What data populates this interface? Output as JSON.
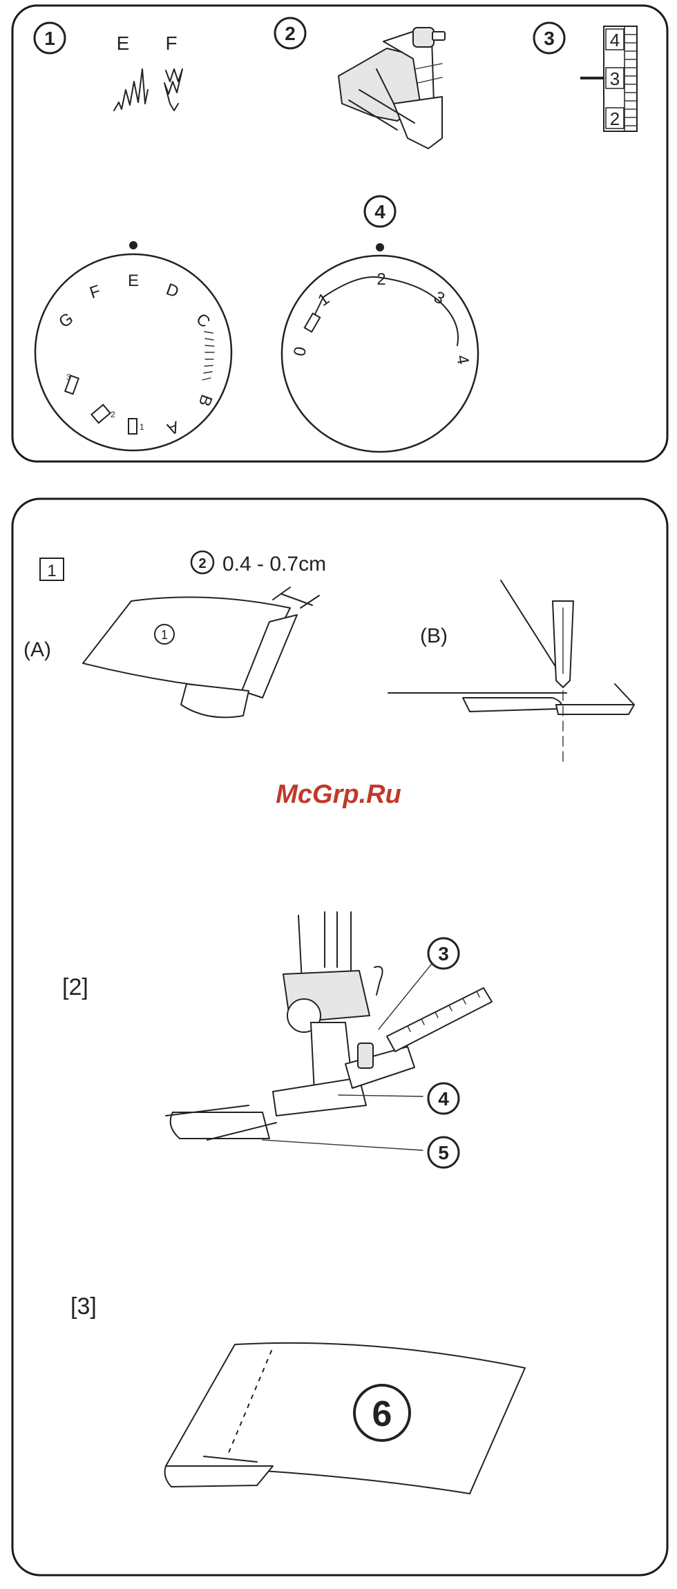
{
  "top_panel": {
    "callouts": [
      "1",
      "2",
      "3",
      "4"
    ],
    "stitch_letters": [
      "E",
      "F"
    ],
    "scale_numbers": [
      "4",
      "3",
      "2"
    ],
    "pattern_dial_letters": [
      "G",
      "F",
      "E",
      "D",
      "C",
      "B",
      "A"
    ],
    "pattern_dial_small": [
      "3",
      "2",
      "1"
    ],
    "stitch_dial_numbers": [
      "0",
      "1",
      "2",
      "3",
      "4"
    ]
  },
  "bottom_panel": {
    "step1_label": "1",
    "measure_circle": "2",
    "measure_text": "0.4 - 0.7cm",
    "label_a": "(A)",
    "label_a_circle": "1",
    "label_b": "(B)",
    "watermark": "McGrp.Ru",
    "step2_label": "[2]",
    "step2_callouts": [
      "3",
      "4",
      "5"
    ],
    "step3_label": "[3]",
    "step3_callout": "6"
  }
}
